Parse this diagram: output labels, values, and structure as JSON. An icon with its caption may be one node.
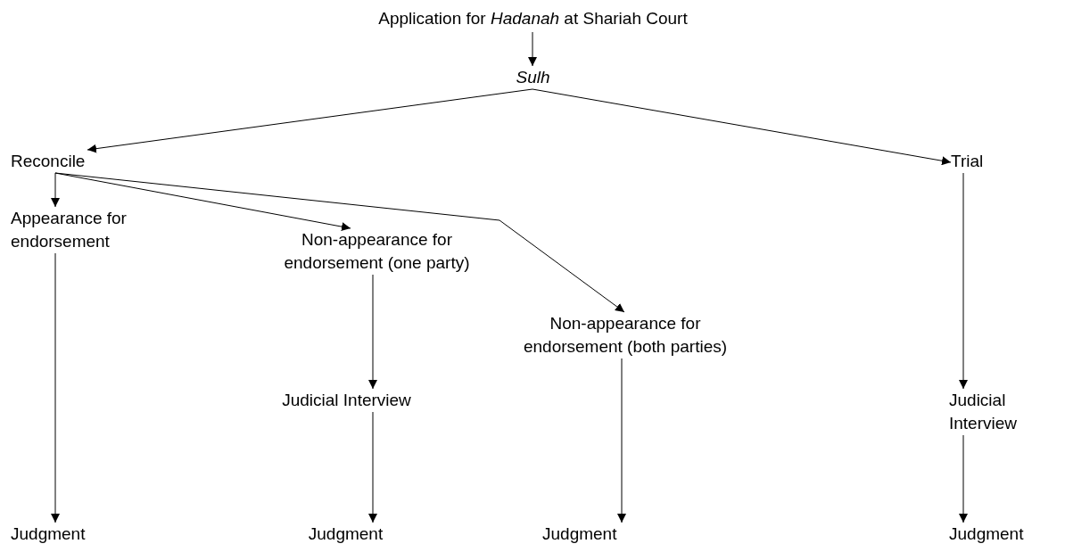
{
  "diagram": {
    "nodes": [
      {
        "text": [
          "Application for *Hadanah* at Shariah Court"
        ]
      },
      {
        "text": [
          "Sulh"
        ]
      },
      {
        "text": [
          "Reconcile"
        ]
      },
      {
        "text": [
          "Trial"
        ]
      },
      {
        "text": [
          "Appearance for endorsement"
        ]
      },
      {
        "text": [
          "Non-appearance for endorsement (one party)"
        ]
      },
      {
        "text": [
          "Non-appearance for endorsement (both parties)"
        ]
      },
      {
        "text": [
          "Judicial Interview"
        ]
      },
      {
        "text": [
          "Judicial Interview"
        ]
      },
      {
        "text": [
          "Judgment"
        ]
      },
      {
        "text": [
          "Judgment"
        ]
      },
      {
        "text": [
          "Judgment"
        ]
      },
      {
        "text": [
          "Judgment"
        ]
      }
    ],
    "edges": [
      {
        "from": 0,
        "to": 1,
        "arrow": "to"
      },
      {
        "from": 1,
        "to": 2,
        "arrow": "to"
      },
      {
        "from": 1,
        "to": 3,
        "arrow": "to"
      },
      {
        "from": 2,
        "to": 4,
        "arrow": "to"
      },
      {
        "from": 2,
        "to": 5,
        "arrow": "to"
      },
      {
        "from": 2,
        "to": 6,
        "arrow": "to"
      },
      {
        "from": 3,
        "to": 8,
        "arrow": "to"
      },
      {
        "from": 4,
        "to": 9,
        "arrow": "to"
      },
      {
        "from": 5,
        "to": 7,
        "arrow": "to"
      },
      {
        "from": 7,
        "to": 10,
        "arrow": "to"
      },
      {
        "from": 6,
        "to": 11,
        "arrow": "to"
      },
      {
        "from": 8,
        "to": 12,
        "arrow": "to"
      }
    ]
  }
}
